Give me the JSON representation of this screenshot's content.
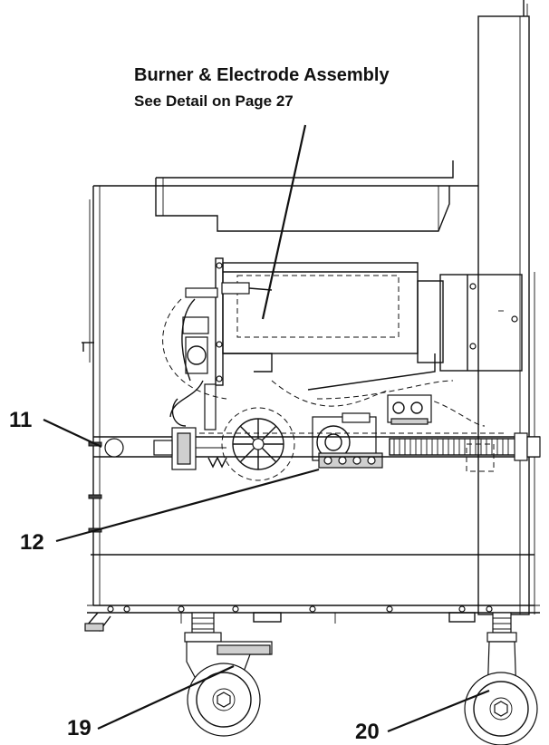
{
  "callout": {
    "title": "Burner & Electrode Assembly",
    "subtitle": "See Detail on Page 27"
  },
  "labels": {
    "item_11": "11",
    "item_12": "12",
    "item_19": "19",
    "item_20": "20"
  }
}
